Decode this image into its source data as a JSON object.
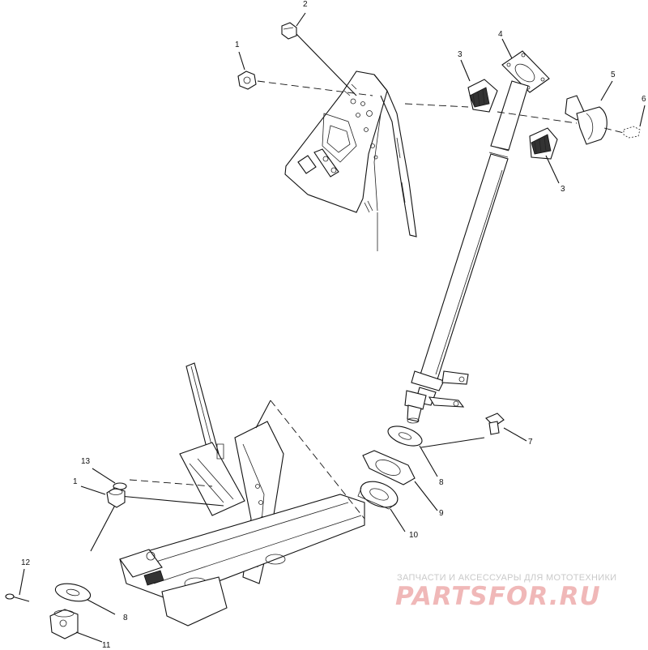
{
  "diagram": {
    "callouts": [
      {
        "id": "c1a",
        "label": "1"
      },
      {
        "id": "c2",
        "label": "2"
      },
      {
        "id": "c3a",
        "label": "3"
      },
      {
        "id": "c4",
        "label": "4"
      },
      {
        "id": "c5",
        "label": "5"
      },
      {
        "id": "c6",
        "label": "6"
      },
      {
        "id": "c3b",
        "label": "3"
      },
      {
        "id": "c7",
        "label": "7"
      },
      {
        "id": "c8a",
        "label": "8"
      },
      {
        "id": "c9",
        "label": "9"
      },
      {
        "id": "c10",
        "label": "10"
      },
      {
        "id": "c13",
        "label": "13"
      },
      {
        "id": "c1b",
        "label": "1"
      },
      {
        "id": "c12",
        "label": "12"
      },
      {
        "id": "c8b",
        "label": "8"
      },
      {
        "id": "c11",
        "label": "11"
      }
    ]
  },
  "watermark": {
    "tagline": "ЗАПЧАСТИ И АКСЕССУАРЫ ДЛЯ МОТОТЕХНИКИ",
    "logo": "PARTSFOR.RU"
  }
}
